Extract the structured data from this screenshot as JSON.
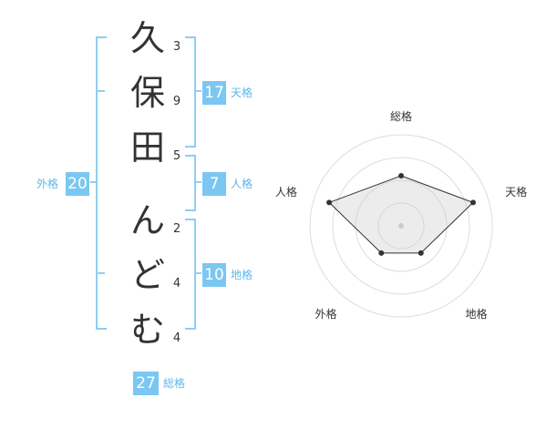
{
  "name": {
    "chars": [
      "久",
      "保",
      "田",
      "ん",
      "ど",
      "む"
    ],
    "strokes": [
      "3",
      "9",
      "5",
      "2",
      "4",
      "4"
    ]
  },
  "kakusu": {
    "tenkaku": {
      "value": "17",
      "label": "天格"
    },
    "jinkaku": {
      "value": "7",
      "label": "人格"
    },
    "chikaku": {
      "value": "10",
      "label": "地格"
    },
    "gaikaku": {
      "value": "20",
      "label": "外格"
    },
    "soukaku": {
      "value": "27",
      "label": "総格"
    }
  },
  "chart_data": {
    "type": "radar",
    "axes": [
      "総格",
      "天格",
      "地格",
      "外格",
      "人格"
    ],
    "values": [
      0.55,
      0.83,
      0.37,
      0.37,
      0.83
    ],
    "rings": 4
  },
  "colors": {
    "accent": "#7cc7f2",
    "bracket": "#8fcdf2",
    "label": "#5eb6ea"
  }
}
